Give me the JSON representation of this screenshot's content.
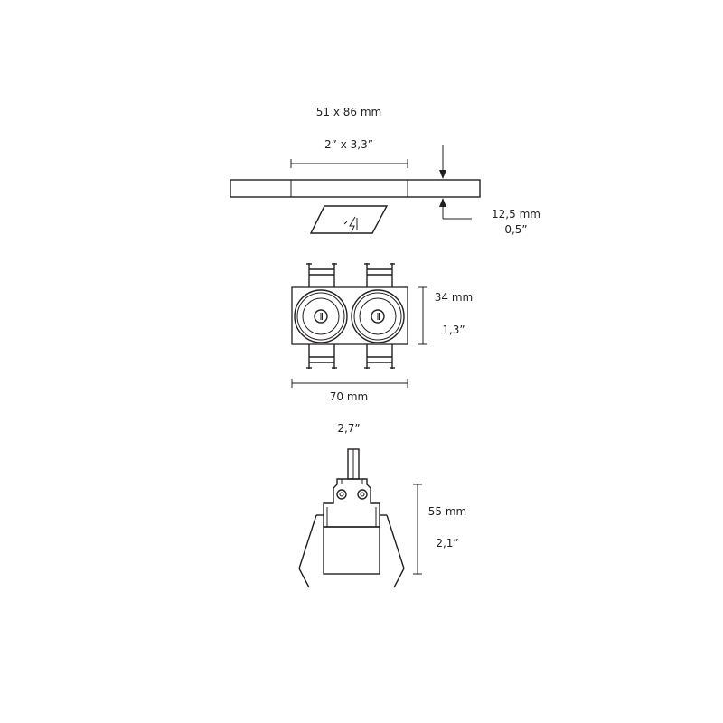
{
  "top_view": {
    "size_mm": "51 x 86 mm",
    "size_in": "2” x 3,3”",
    "thickness_mm": "12,5 mm",
    "thickness_in": "0,5”"
  },
  "front_view": {
    "height_mm": "34 mm",
    "height_in": "1,3”",
    "width_mm": "70 mm"
  },
  "side_view": {
    "width_in": "2,7”",
    "height_mm": "55 mm",
    "height_in": "2,1”"
  },
  "icons": {
    "tool": "screwdriver-icon"
  }
}
